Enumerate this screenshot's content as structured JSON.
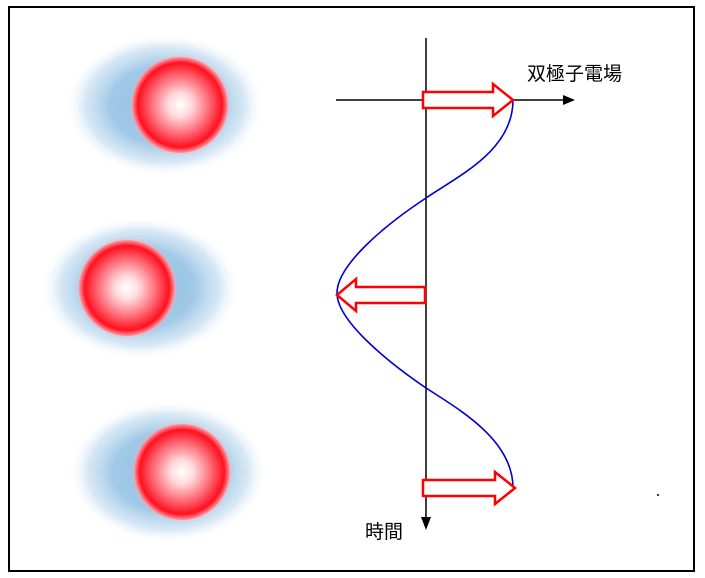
{
  "labels": {
    "field_axis": "双極子電場",
    "time_axis": "時間"
  },
  "colors": {
    "cloud": "#8fbfe3",
    "nucleus_edge": "#ff0000",
    "nucleus_mid": "#ff7a85",
    "nucleus_center": "#ffffff",
    "wave": "#0000cc",
    "arrow": "#ff0000",
    "axis": "#000000"
  },
  "atoms": [
    {
      "name": "atom-top",
      "cloud_shift": "left"
    },
    {
      "name": "atom-middle",
      "cloud_shift": "right"
    },
    {
      "name": "atom-bottom",
      "cloud_shift": "left"
    }
  ],
  "field_arrows": [
    {
      "name": "field-arrow-top",
      "direction": "right"
    },
    {
      "name": "field-arrow-middle",
      "direction": "left"
    },
    {
      "name": "field-arrow-bottom",
      "direction": "right"
    }
  ]
}
